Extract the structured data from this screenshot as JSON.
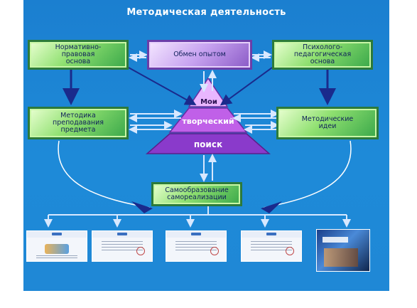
{
  "title": "Методическая деятельность",
  "boxes": {
    "legal": "Нормативно-\nправовая\nоснова",
    "exchange": "Обмен опытом",
    "psych": "Психолого-\nпедагогическая\nоснова",
    "methods": "Методика\nпреподавания\nпредмета",
    "ideas": "Методические\nидеи",
    "selfedu": "Самообразование\nсамореализации"
  },
  "pyramid": {
    "top": "Мои",
    "middle": "творческий",
    "bottom": "поиск"
  },
  "documents": {
    "items": [
      "certificate-1",
      "certificate-2",
      "certificate-3",
      "certificate-4",
      "brochure-photo"
    ]
  },
  "colors": {
    "background": "#1e88d6",
    "box_green": "#8fe070",
    "box_violet": "#c7a2f0",
    "pyramid_top": "#e9b6ff",
    "pyramid_middle": "#c060e8",
    "pyramid_bottom": "#8a3acb",
    "arrow_dark": "#1a2a8c",
    "arrow_light": "#cfe2ff"
  }
}
